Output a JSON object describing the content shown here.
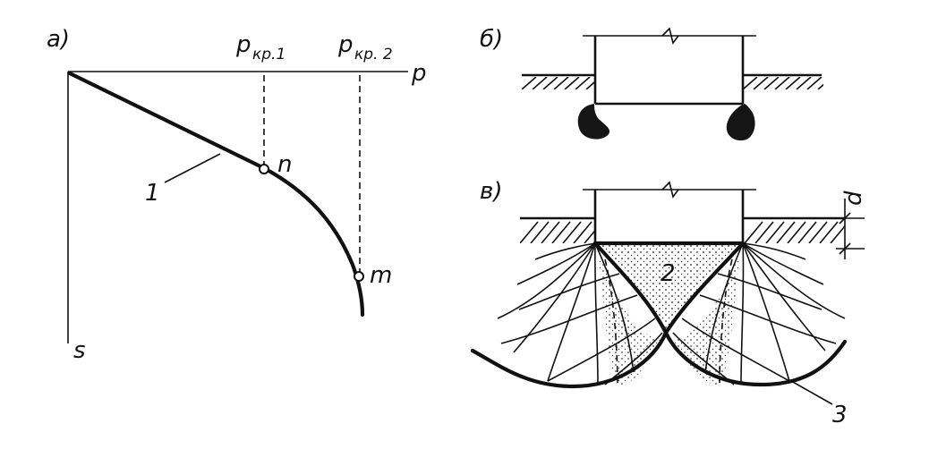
{
  "panel_a": {
    "label": "а)",
    "axis_p": "p",
    "axis_s": "s",
    "p_cr1_main": "p",
    "p_cr1_sub": "кр.1",
    "p_cr2_main": "p",
    "p_cr2_sub": "кр. 2",
    "point_n": "n",
    "point_m": "m",
    "curve_label": "1"
  },
  "panel_b": {
    "label": "б)"
  },
  "panel_v": {
    "label": "в)",
    "depth_label": "d",
    "core_label": "2",
    "surface_label": "3"
  }
}
